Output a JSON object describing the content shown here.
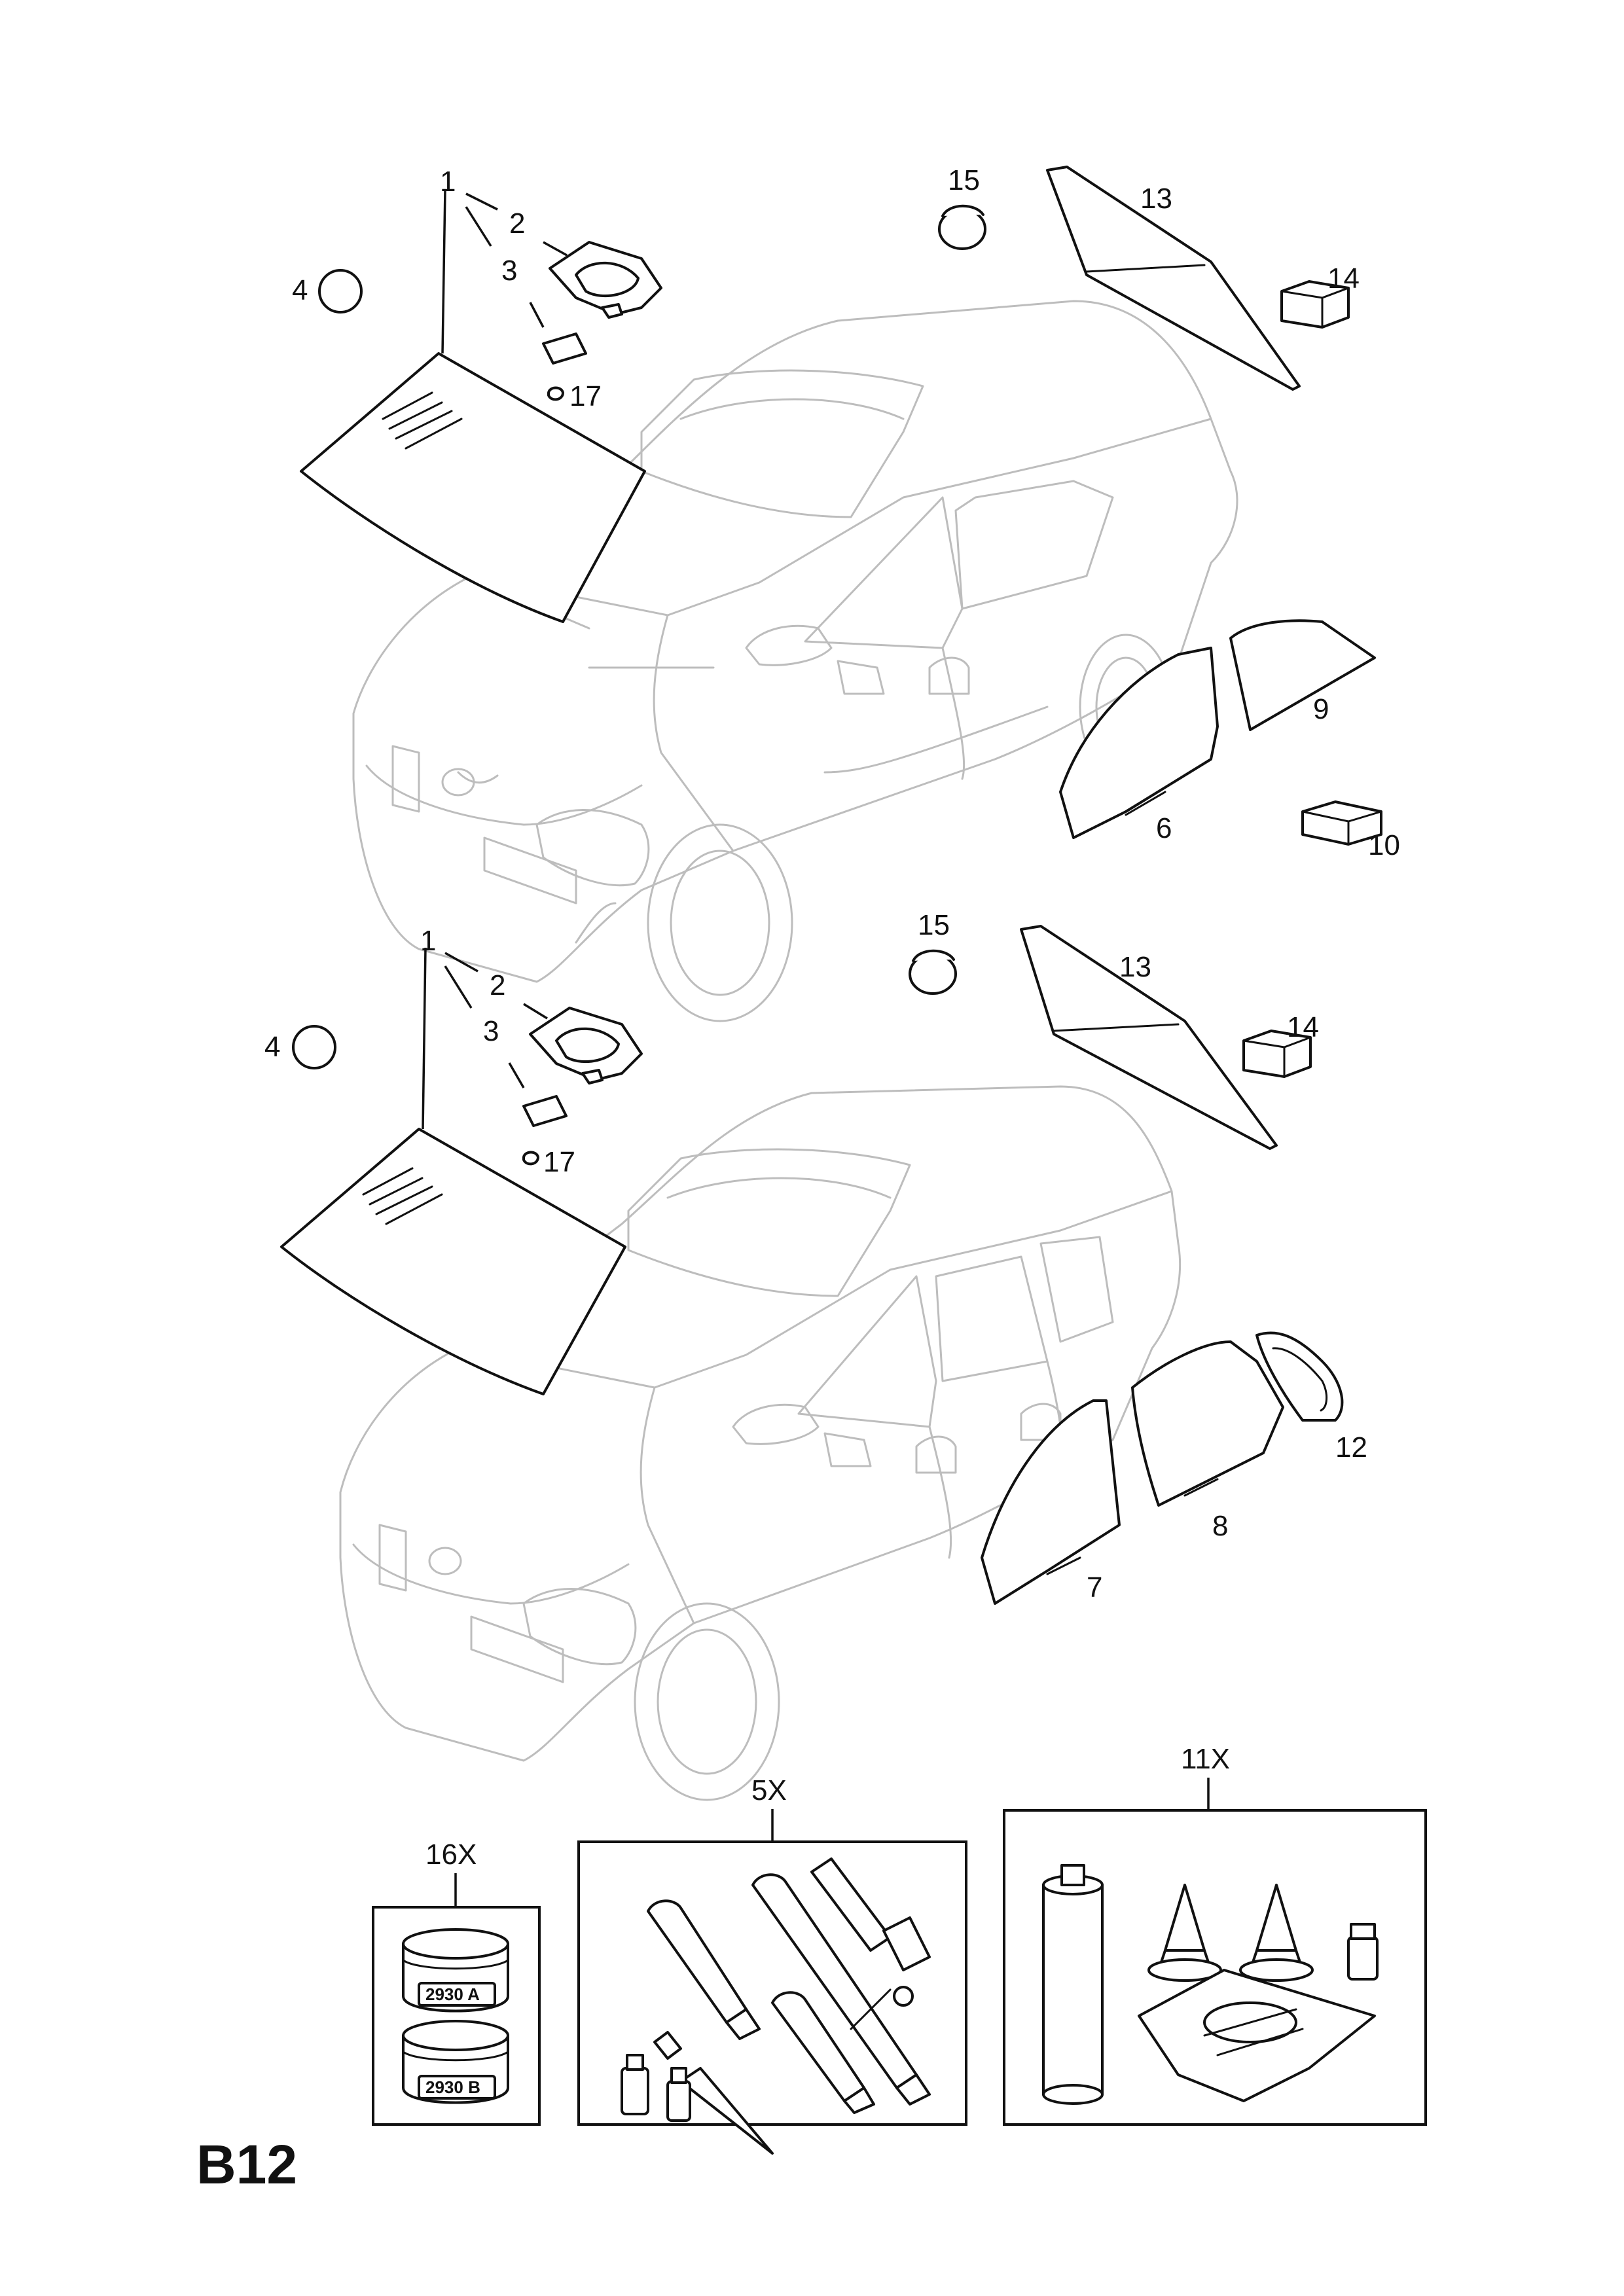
{
  "diagram_code": "B12",
  "top_view": {
    "labels": {
      "p1": "1",
      "p2": "2",
      "p3": "3",
      "p4": "4",
      "p17": "17",
      "p15": "15",
      "p13": "13",
      "p14": "14",
      "p9": "9",
      "p6": "6",
      "p10": "10"
    }
  },
  "bottom_view": {
    "labels": {
      "p1": "1",
      "p2": "2",
      "p3": "3",
      "p4": "4",
      "p17": "17",
      "p15": "15",
      "p13": "13",
      "p14": "14",
      "p12": "12",
      "p8": "8",
      "p7": "7"
    }
  },
  "kits": {
    "k16": {
      "label": "16X",
      "jar_top_text": "2930 A",
      "jar_bottom_text": "2930 B"
    },
    "k5": {
      "label": "5X"
    },
    "k11": {
      "label": "11X"
    }
  }
}
